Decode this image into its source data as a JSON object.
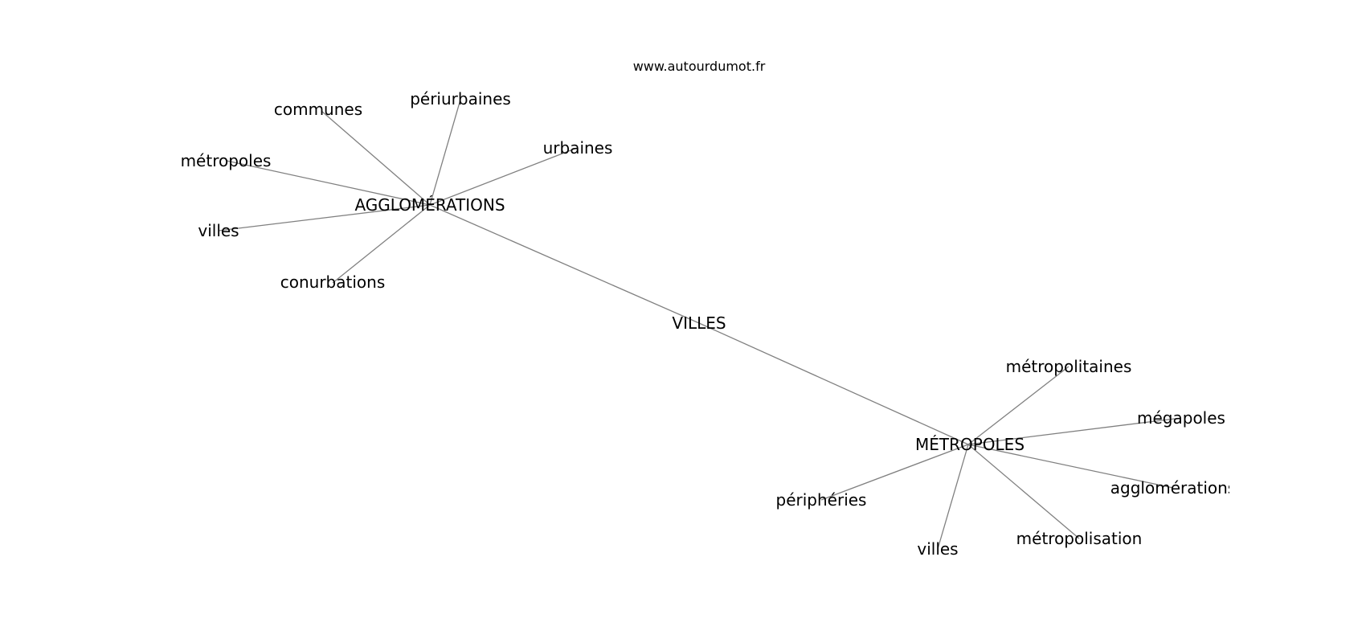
{
  "credit": "www.autourdumot.fr",
  "center": {
    "id": "villes_c",
    "label": "VILLES"
  },
  "hubs": [
    {
      "id": "agglomerations_h",
      "label": "AGGLOMÉRATIONS"
    },
    {
      "id": "metropoles_h",
      "label": "MÉTROPOLES"
    }
  ],
  "leaves": [
    {
      "id": "communes",
      "label": "communes",
      "hub": "agglomerations_h"
    },
    {
      "id": "periurbaines",
      "label": "périurbaines",
      "hub": "agglomerations_h"
    },
    {
      "id": "urbaines",
      "label": "urbaines",
      "hub": "agglomerations_h"
    },
    {
      "id": "metropoles_l",
      "label": "métropoles",
      "hub": "agglomerations_h"
    },
    {
      "id": "villes_l1",
      "label": "villes",
      "hub": "agglomerations_h"
    },
    {
      "id": "conurbations",
      "label": "conurbations",
      "hub": "agglomerations_h"
    },
    {
      "id": "metropolitaines",
      "label": "métropolitaines",
      "hub": "metropoles_h"
    },
    {
      "id": "megapoles",
      "label": "mégapoles",
      "hub": "metropoles_h"
    },
    {
      "id": "agglomerations_l",
      "label": "agglomérations",
      "hub": "metropoles_h"
    },
    {
      "id": "metropolisation",
      "label": "métropolisation",
      "hub": "metropoles_h"
    },
    {
      "id": "villes_l2",
      "label": "villes",
      "hub": "metropoles_h"
    },
    {
      "id": "peripheries",
      "label": "périphéries",
      "hub": "metropoles_h"
    }
  ]
}
